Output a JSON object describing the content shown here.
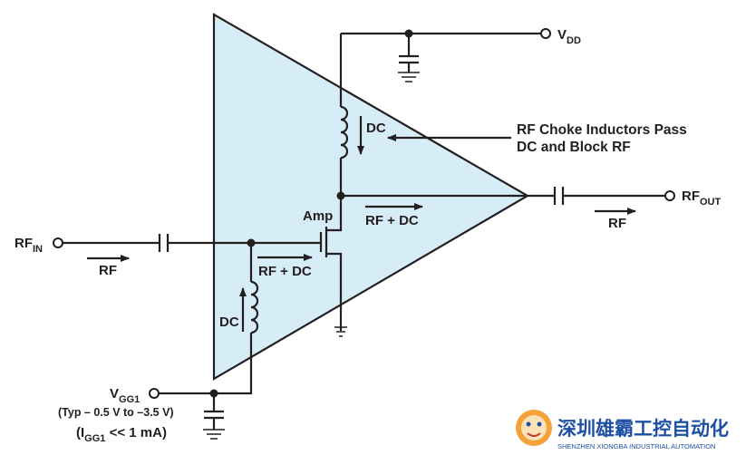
{
  "labels": {
    "vdd_main": "V",
    "vdd_sub": "DD",
    "choke_line1": "RF Choke Inductors Pass",
    "choke_line2": "DC and Block RF",
    "dc_top": "DC",
    "amp": "Amp",
    "rf_dc_out": "RF + DC",
    "rf_dc_in": "RF + DC",
    "rfin_main": "RF",
    "rfin_sub": "IN",
    "rf_in_arrow": "RF",
    "rfout_main": "RF",
    "rfout_sub": "OUT",
    "rf_out_arrow": "RF",
    "dc_bottom": "DC",
    "vgg_main": "V",
    "vgg_sub": "GG1",
    "typ_range": "(Typ – 0.5 V to –3.5 V)",
    "igg_open": "(I",
    "igg_sub": "GG1",
    "igg_rest": " << 1 mA)"
  },
  "watermark": {
    "cn": "深圳雄霸工控自动化",
    "en": "SHENZHEN XIONGBA INDUSTRIAL AUTOMATION"
  },
  "colors": {
    "triangle_fill": "#d6ecf7",
    "line": "#231f20",
    "watermark": "#1d4fa3"
  }
}
